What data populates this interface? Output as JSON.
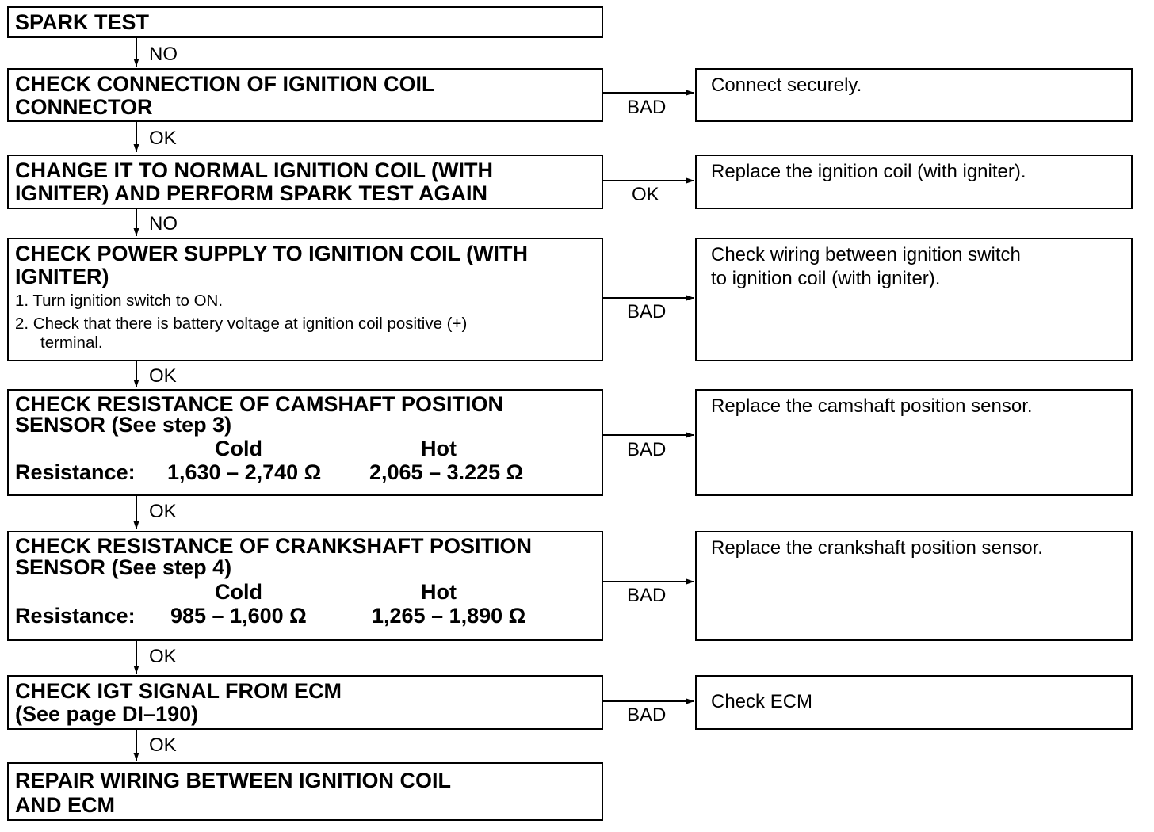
{
  "steps": [
    {
      "title": [
        "SPARK TEST"
      ]
    },
    {
      "title": [
        "CHECK CONNECTION OF IGNITION COIL",
        "CONNECTOR"
      ]
    },
    {
      "title": [
        "CHANGE IT TO NORMAL IGNITION COIL (WITH",
        "IGNITER) AND PERFORM SPARK TEST AGAIN"
      ]
    },
    {
      "title": [
        "CHECK POWER SUPPLY TO IGNITION COIL (WITH",
        "IGNITER)"
      ],
      "instructions": [
        "1. Turn ignition switch to ON.",
        "2. Check that there is battery voltage at ignition coil positive (+)",
        "terminal."
      ]
    },
    {
      "title": [
        "CHECK RESISTANCE OF CAMSHAFT POSITION",
        "SENSOR (See step 3)"
      ],
      "resistance": {
        "cold_label": "Cold",
        "hot_label": "Hot",
        "row_label": "Resistance:",
        "cold": "1,630 – 2,740 Ω",
        "hot": "2,065 – 3.225 Ω"
      }
    },
    {
      "title": [
        "CHECK RESISTANCE OF CRANKSHAFT POSITION",
        "SENSOR (See step 4)"
      ],
      "resistance": {
        "cold_label": "Cold",
        "hot_label": "Hot",
        "row_label": "Resistance:",
        "cold": "985 – 1,600 Ω",
        "hot": "1,265 – 1,890 Ω"
      }
    },
    {
      "title": [
        "CHECK IGT SIGNAL FROM ECM",
        "(See page DI–190)"
      ]
    },
    {
      "title": [
        "REPAIR WIRING BETWEEN IGNITION COIL",
        "AND ECM"
      ]
    }
  ],
  "down_labels": [
    "NO",
    "OK",
    "NO",
    "OK",
    "OK",
    "OK",
    "OK"
  ],
  "branches": [
    {
      "label": "BAD",
      "result": [
        "Connect securely."
      ]
    },
    {
      "label": "OK",
      "result": [
        "Replace the ignition coil (with igniter)."
      ]
    },
    {
      "label": "BAD",
      "result": [
        "Check wiring between ignition switch",
        "to ignition coil (with igniter)."
      ]
    },
    {
      "label": "BAD",
      "result": [
        "Replace the camshaft position sensor."
      ]
    },
    {
      "label": "BAD",
      "result": [
        "Replace the crankshaft position sensor."
      ]
    },
    {
      "label": "BAD",
      "result": [
        "Check ECM"
      ]
    }
  ],
  "colors": {
    "line": "#000000",
    "background": "#ffffff"
  }
}
